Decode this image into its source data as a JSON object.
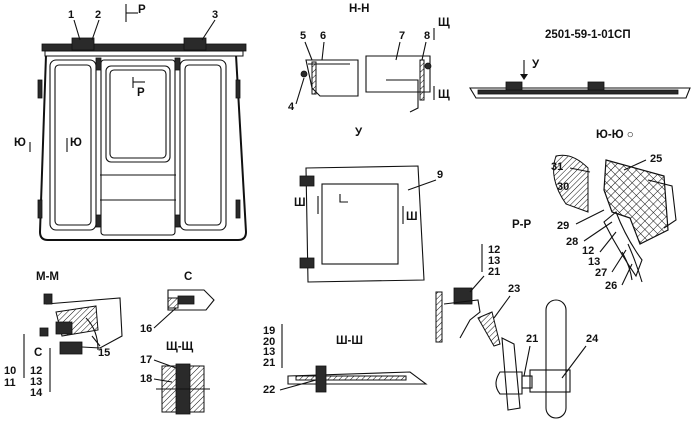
{
  "doc_code": "2501-59-1-01СП",
  "views": {
    "front": {
      "section_p": "Р",
      "section_p2": "Р",
      "section_yu_left": "Ю",
      "section_yu_right": "Ю"
    },
    "hh": {
      "title": "Н-Н",
      "shch_top": "Щ",
      "shch_bottom": "Щ"
    },
    "side": {
      "arrow_u": "У"
    },
    "u": {
      "title": "У",
      "sh_left": "Ш",
      "sh_right": "Ш"
    },
    "yuyu": {
      "title": "Ю-Ю ○"
    },
    "mm": {
      "title": "М-М",
      "c_mark": "С"
    },
    "c": {
      "title": "С"
    },
    "shchshch": {
      "title": "Щ-Щ"
    },
    "shsh": {
      "title": "Ш-Ш"
    },
    "pp": {
      "title": "Р-Р"
    }
  },
  "callouts": {
    "c1": "1",
    "c2": "2",
    "c3": "3",
    "c4": "4",
    "c5": "5",
    "c6": "6",
    "c7": "7",
    "c8": "8",
    "c9": "9",
    "c10": "10",
    "c11": "11",
    "c12": "12",
    "c13": "13",
    "c14": "14",
    "c15": "15",
    "c16": "16",
    "c17": "17",
    "c18": "18",
    "c19": "19",
    "c20": "20",
    "c21": "21",
    "c22": "22",
    "c23": "23",
    "c24": "24",
    "c25": "25",
    "c26": "26",
    "c27": "27",
    "c28": "28",
    "c29": "29",
    "c30": "30",
    "c31": "31"
  }
}
